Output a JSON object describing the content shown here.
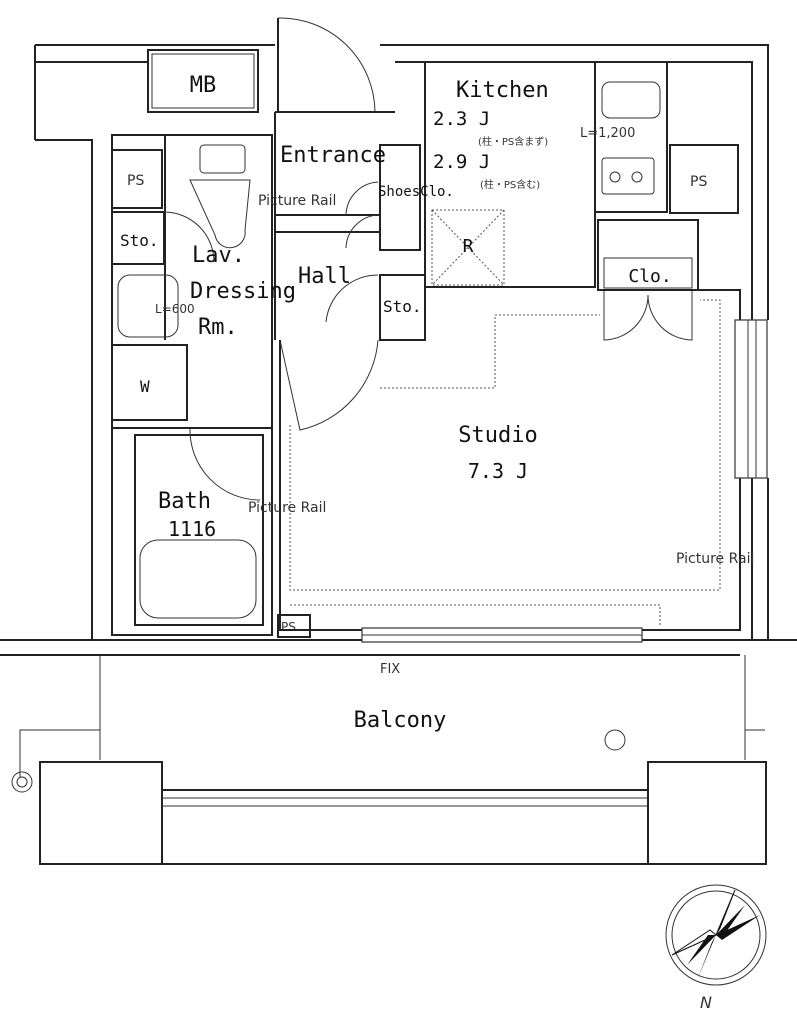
{
  "rooms": {
    "mb": "MB",
    "kitchen": "Kitchen",
    "kitchen_area_1": "2.3 J",
    "kitchen_note_1": "(柱・PS含まず)",
    "kitchen_area_2": "2.9 J",
    "kitchen_note_2": "(柱・PS含む)",
    "counter": "L=1,200",
    "entrance": "Entrance",
    "shoes_closet": "ShoesClo.",
    "refrigerator": "R",
    "hall": "Hall",
    "storage_hall": "Sto.",
    "storage_left": "Sto.",
    "lavatory": "Lav.",
    "dressing": "Dressing",
    "dressing_rm": "Rm.",
    "vanity": "L=600",
    "washer": "W",
    "bath": "Bath",
    "bath_size": "1116",
    "studio": "Studio",
    "studio_area": "7.3 J",
    "closet": "Clo.",
    "balcony": "Balcony",
    "fix_window": "FIX"
  },
  "labels": {
    "ps_left": "PS",
    "ps_right": "PS",
    "ps_bottom": "PS",
    "picture_rail_1": "Picture Rail",
    "picture_rail_2": "Picture Rail",
    "picture_rail_3": "Picture Rail"
  },
  "compass": {
    "north": "N"
  }
}
